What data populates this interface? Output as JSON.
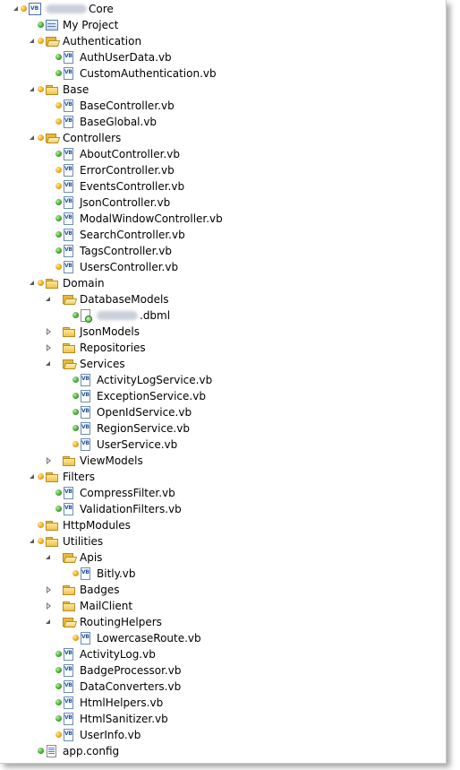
{
  "solution_explorer": {
    "items": [
      {
        "label": "Core",
        "redacted_prefix": true,
        "icon": "vb-project-icon",
        "arrow": "open",
        "dot": "yellow",
        "level": 0
      },
      {
        "label": "My Project",
        "icon": "my-project-icon",
        "arrow": "",
        "dot": "green",
        "level": 1
      },
      {
        "label": "Authentication",
        "icon": "folder-open-icon",
        "arrow": "open",
        "dot": "yellow",
        "level": 1
      },
      {
        "label": "AuthUserData.vb",
        "icon": "vb-file-icon",
        "arrow": "",
        "dot": "green",
        "level": 2
      },
      {
        "label": "CustomAuthentication.vb",
        "icon": "vb-file-icon",
        "arrow": "",
        "dot": "green",
        "level": 2
      },
      {
        "label": "Base",
        "icon": "folder-icon",
        "arrow": "open",
        "dot": "yellow",
        "level": 1
      },
      {
        "label": "BaseController.vb",
        "icon": "vb-file-icon",
        "arrow": "",
        "dot": "yellow",
        "level": 2
      },
      {
        "label": "BaseGlobal.vb",
        "icon": "vb-file-icon",
        "arrow": "",
        "dot": "yellow",
        "level": 2
      },
      {
        "label": "Controllers",
        "icon": "folder-open-icon",
        "arrow": "open",
        "dot": "yellow",
        "level": 1
      },
      {
        "label": "AboutController.vb",
        "icon": "vb-file-icon",
        "arrow": "",
        "dot": "green",
        "level": 2
      },
      {
        "label": "ErrorController.vb",
        "icon": "vb-file-icon",
        "arrow": "",
        "dot": "yellow",
        "level": 2
      },
      {
        "label": "EventsController.vb",
        "icon": "vb-file-icon",
        "arrow": "",
        "dot": "yellow",
        "level": 2
      },
      {
        "label": "JsonController.vb",
        "icon": "vb-file-icon",
        "arrow": "",
        "dot": "green",
        "level": 2
      },
      {
        "label": "ModalWindowController.vb",
        "icon": "vb-file-icon",
        "arrow": "",
        "dot": "green",
        "level": 2
      },
      {
        "label": "SearchController.vb",
        "icon": "vb-file-icon",
        "arrow": "",
        "dot": "green",
        "level": 2
      },
      {
        "label": "TagsController.vb",
        "icon": "vb-file-icon",
        "arrow": "",
        "dot": "green",
        "level": 2
      },
      {
        "label": "UsersController.vb",
        "icon": "vb-file-icon",
        "arrow": "",
        "dot": "yellow",
        "level": 2
      },
      {
        "label": "Domain",
        "icon": "folder-icon",
        "arrow": "open",
        "dot": "yellow",
        "level": 1
      },
      {
        "label": "DatabaseModels",
        "icon": "folder-open-icon",
        "arrow": "open",
        "dot": "",
        "level": 2
      },
      {
        "label": ".dbml",
        "redacted_prefix": true,
        "icon": "dbml-file-icon",
        "arrow": "",
        "dot": "green",
        "level": 3
      },
      {
        "label": "JsonModels",
        "icon": "folder-icon",
        "arrow": "closed",
        "dot": "",
        "level": 2
      },
      {
        "label": "Repositories",
        "icon": "folder-icon",
        "arrow": "closed",
        "dot": "",
        "level": 2
      },
      {
        "label": "Services",
        "icon": "folder-open-icon",
        "arrow": "open",
        "dot": "",
        "level": 2
      },
      {
        "label": "ActivityLogService.vb",
        "icon": "vb-file-icon",
        "arrow": "",
        "dot": "green",
        "level": 3
      },
      {
        "label": "ExceptionService.vb",
        "icon": "vb-file-icon",
        "arrow": "",
        "dot": "green",
        "level": 3
      },
      {
        "label": "OpenIdService.vb",
        "icon": "vb-file-icon",
        "arrow": "",
        "dot": "green",
        "level": 3
      },
      {
        "label": "RegionService.vb",
        "icon": "vb-file-icon",
        "arrow": "",
        "dot": "green",
        "level": 3
      },
      {
        "label": "UserService.vb",
        "icon": "vb-file-icon",
        "arrow": "",
        "dot": "yellow",
        "level": 3
      },
      {
        "label": "ViewModels",
        "icon": "folder-icon",
        "arrow": "closed",
        "dot": "",
        "level": 2
      },
      {
        "label": "Filters",
        "icon": "folder-icon",
        "arrow": "open",
        "dot": "yellow",
        "level": 1
      },
      {
        "label": "CompressFilter.vb",
        "icon": "vb-file-icon",
        "arrow": "",
        "dot": "green",
        "level": 2
      },
      {
        "label": "ValidationFilters.vb",
        "icon": "vb-file-icon",
        "arrow": "",
        "dot": "green",
        "level": 2
      },
      {
        "label": "HttpModules",
        "icon": "folder-icon",
        "arrow": "",
        "dot": "yellow",
        "level": 1
      },
      {
        "label": "Utilities",
        "icon": "folder-icon",
        "arrow": "open",
        "dot": "yellow",
        "level": 1
      },
      {
        "label": "Apis",
        "icon": "folder-open-icon",
        "arrow": "open",
        "dot": "",
        "level": 2
      },
      {
        "label": "Bitly.vb",
        "icon": "vb-file-icon",
        "arrow": "",
        "dot": "yellow",
        "level": 3
      },
      {
        "label": "Badges",
        "icon": "folder-icon",
        "arrow": "closed",
        "dot": "",
        "level": 2
      },
      {
        "label": "MailClient",
        "icon": "folder-icon",
        "arrow": "closed",
        "dot": "",
        "level": 2
      },
      {
        "label": "RoutingHelpers",
        "icon": "folder-open-icon",
        "arrow": "open",
        "dot": "",
        "level": 2
      },
      {
        "label": "LowercaseRoute.vb",
        "icon": "vb-file-icon",
        "arrow": "",
        "dot": "yellow",
        "level": 3
      },
      {
        "label": "ActivityLog.vb",
        "icon": "vb-file-icon",
        "arrow": "",
        "dot": "green",
        "level": 2
      },
      {
        "label": "BadgeProcessor.vb",
        "icon": "vb-file-icon",
        "arrow": "",
        "dot": "green",
        "level": 2
      },
      {
        "label": "DataConverters.vb",
        "icon": "vb-file-icon",
        "arrow": "",
        "dot": "green",
        "level": 2
      },
      {
        "label": "HtmlHelpers.vb",
        "icon": "vb-file-icon",
        "arrow": "",
        "dot": "green",
        "level": 2
      },
      {
        "label": "HtmlSanitizer.vb",
        "icon": "vb-file-icon",
        "arrow": "",
        "dot": "green",
        "level": 2
      },
      {
        "label": "UserInfo.vb",
        "icon": "vb-file-icon",
        "arrow": "",
        "dot": "yellow",
        "level": 2
      },
      {
        "label": "app.config",
        "icon": "config-file-icon",
        "arrow": "",
        "dot": "green",
        "level": 1
      }
    ]
  },
  "colors": {
    "background": "#ffffff",
    "text": "#000000",
    "pending_dot": "#e8a410",
    "checked_in_dot": "#3ea52a",
    "folder": "#efc34c"
  }
}
